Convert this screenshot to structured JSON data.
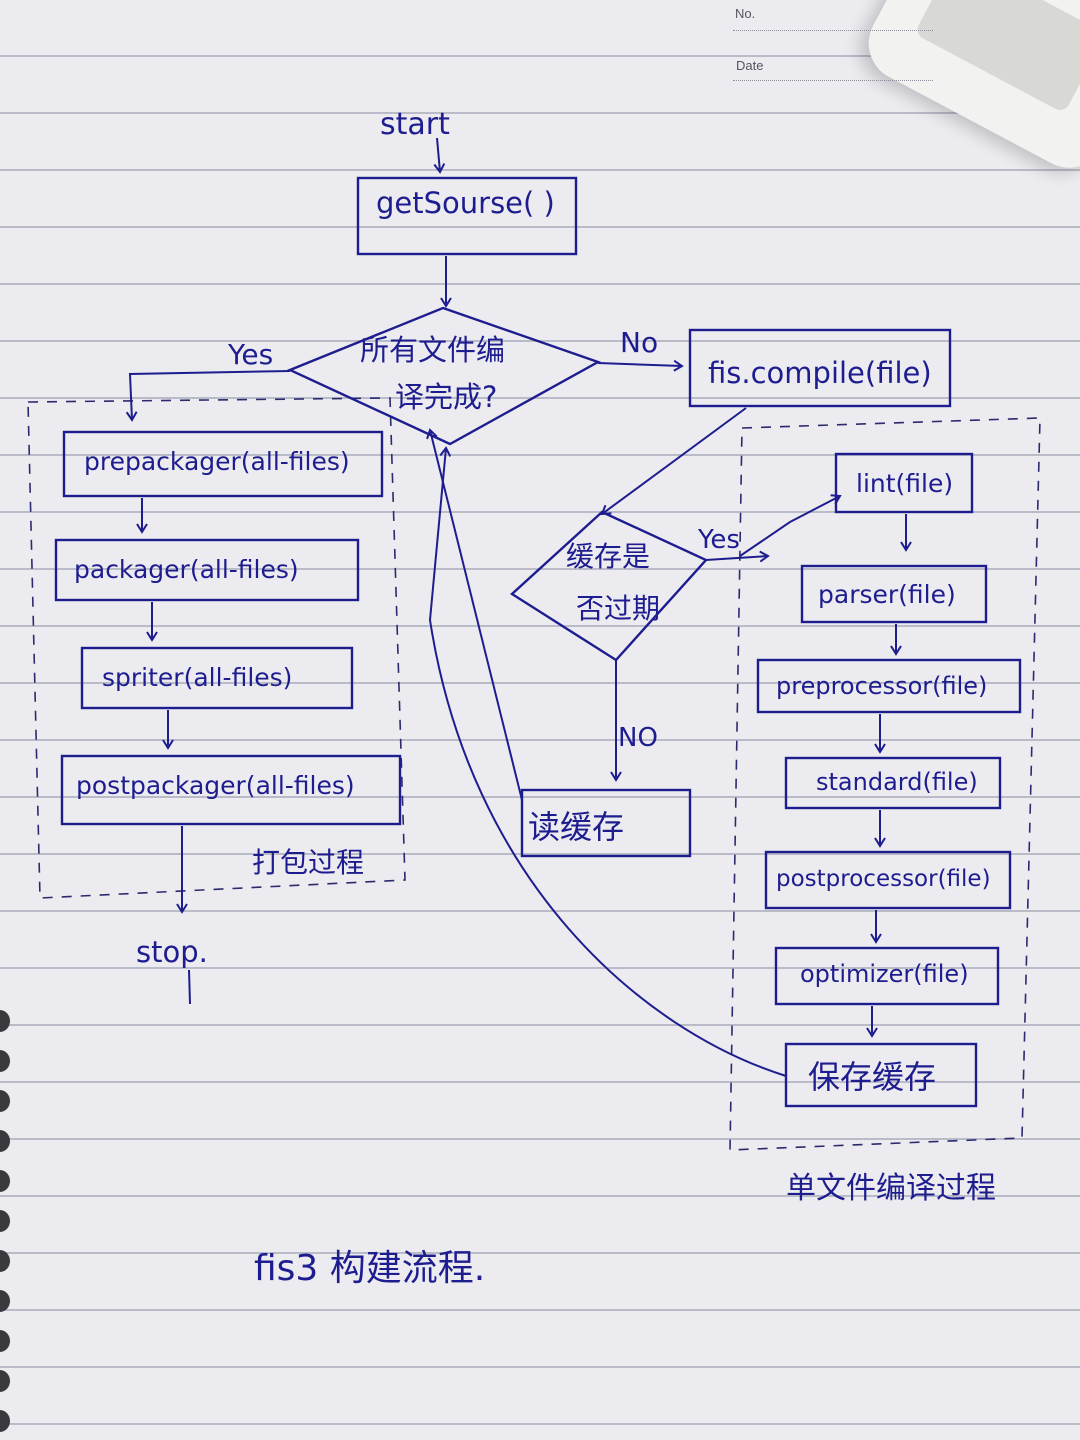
{
  "header": {
    "no_label": "No.",
    "date_label": "Date"
  },
  "flow": {
    "start": "start",
    "get_source": "getSourse( )",
    "decision_all_compiled": {
      "line1": "所有文件编",
      "line2": "译完成?"
    },
    "yes": "Yes",
    "no": "No",
    "prepackager": "prepackager(all-files)",
    "packager": "packager(all-files)",
    "spriter": "spriter(all-files)",
    "postpackager": "postpackager(all-files)",
    "pack_group_label": "打包过程",
    "stop": "stop.",
    "fis_compile": "fis.compile(file)",
    "decision_cache": {
      "line1": "缓存是",
      "line2": "否过期"
    },
    "cache_yes": "Yes",
    "cache_no": "NO",
    "read_cache": "读缓存",
    "lint": "lint(file)",
    "parser": "parser(file)",
    "preprocessor": "preprocessor(file)",
    "standard": "standard(file)",
    "postprocessor": "postprocessor(file)",
    "optimizer": "optimizer(file)",
    "save_cache": "保存缓存",
    "single_group_label": "单文件编译过程",
    "diagram_title": "fis3 构建流程."
  }
}
